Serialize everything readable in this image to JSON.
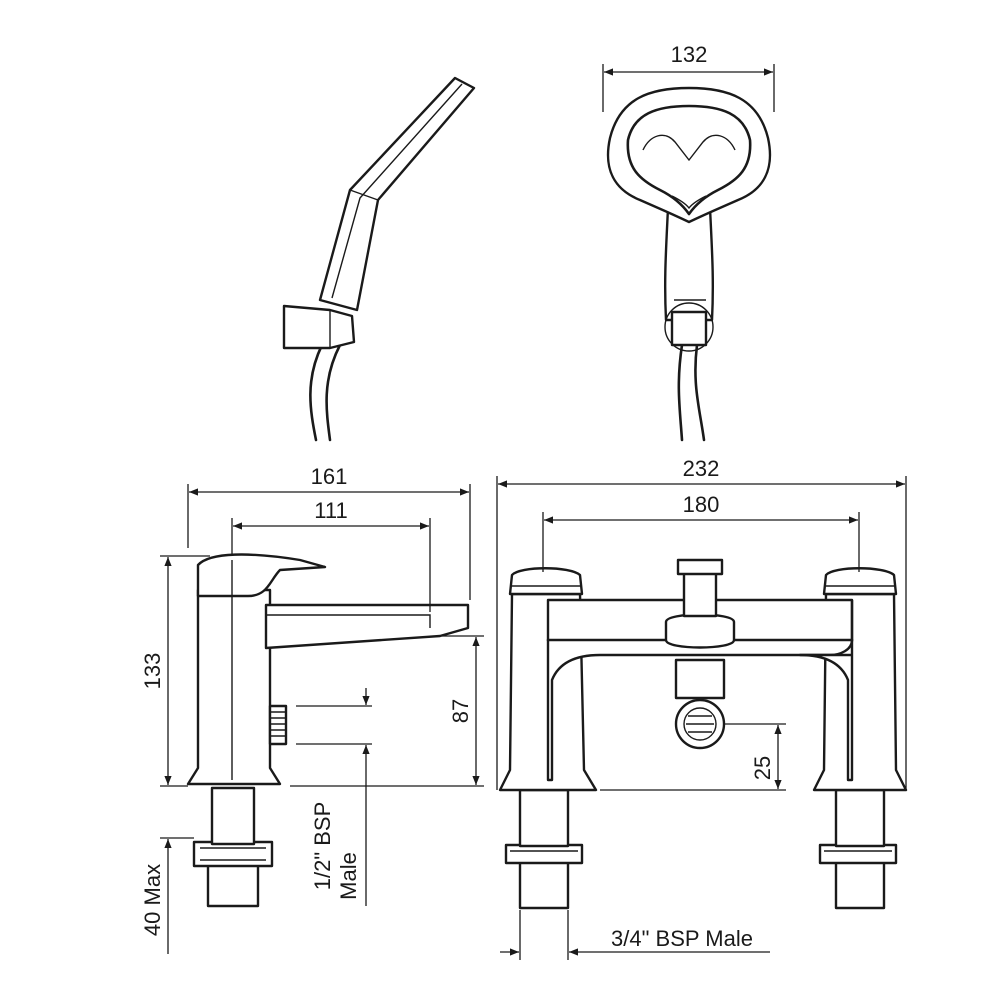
{
  "dimensions": {
    "handset_head_width": "132",
    "side_total_length": "161",
    "side_spout_reach": "111",
    "side_height": "133",
    "outlet_height": "87",
    "max_deck_thickness": "40 Max",
    "front_total_width": "232",
    "front_centres": "180",
    "diverter_height": "25"
  },
  "labels": {
    "side_thread_line1": "1/2\" BSP",
    "side_thread_line2": "Male",
    "front_thread": "3/4\" BSP Male"
  }
}
